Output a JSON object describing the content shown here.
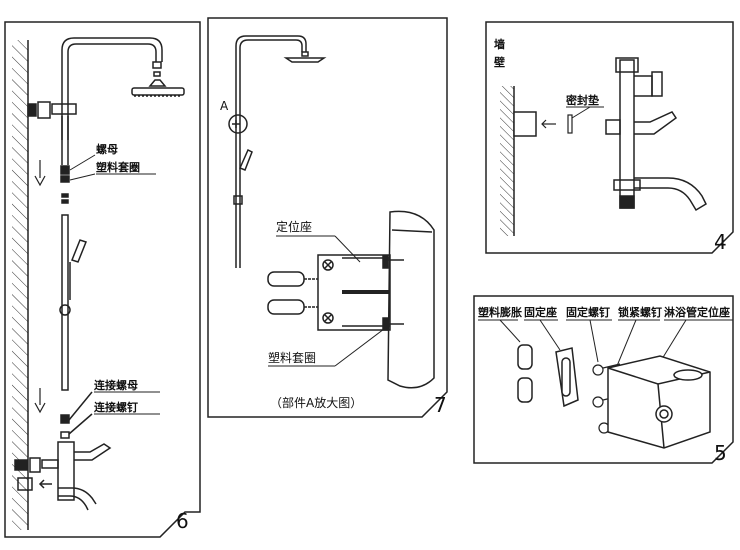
{
  "panel6": {
    "number": "6",
    "labels": {
      "nut": "螺母",
      "plastic_sleeve": "塑料套圈",
      "connect_nut": "连接螺母",
      "connect_screw": "连接螺钉"
    }
  },
  "panel7": {
    "number": "7",
    "label_a": "A",
    "labels": {
      "seat": "定位座",
      "plastic_sleeve": "塑料套圈"
    },
    "caption": "（部件A放大图）"
  },
  "panel4": {
    "number": "4",
    "wall_char1": "墙",
    "wall_char2": "壁",
    "seal": "密封垫"
  },
  "panel5": {
    "number": "5",
    "labels": {
      "anchor": "塑料膨胀",
      "fixed_seat": "固定座",
      "fixed_screw": "固定螺钉",
      "lock_screw": "锁紧螺钉",
      "pipe_seat": "淋浴管定位座"
    }
  }
}
